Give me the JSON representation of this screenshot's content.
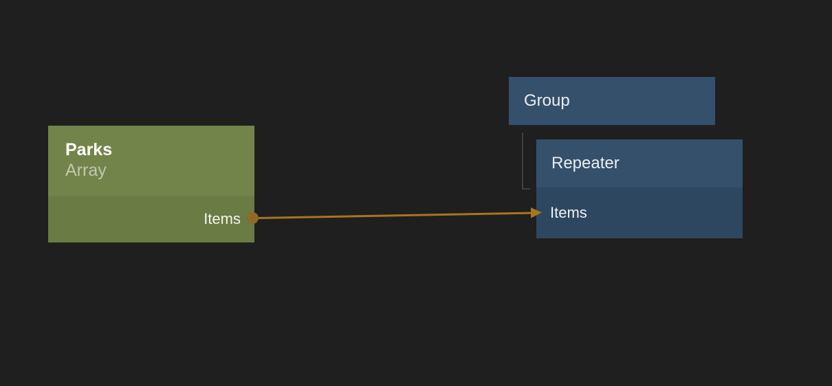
{
  "canvas": {
    "background_color": "#1f1f1f"
  },
  "nodes": {
    "parks": {
      "title": "Parks",
      "subtitle": "Array",
      "header_color": "#73844b",
      "body_color": "#6a7b44",
      "output_port": {
        "label": "Items"
      }
    },
    "group": {
      "title": "Group",
      "color": "#35506b"
    },
    "repeater": {
      "title": "Repeater",
      "header_color": "#35506b",
      "body_color": "#2d4760",
      "input_port": {
        "label": "Items"
      }
    }
  },
  "connection": {
    "from_node": "Parks",
    "from_port": "Items",
    "to_node": "Repeater",
    "to_port": "Items",
    "line_color": "#a5771e",
    "dot_color": "#8f6a26"
  },
  "tree_link": {
    "parent": "Group",
    "child": "Repeater",
    "color": "#3e3f3f"
  }
}
